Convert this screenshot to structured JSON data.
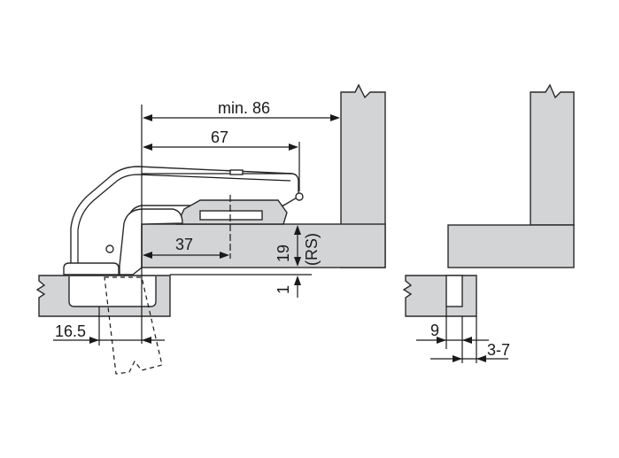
{
  "labels": {
    "min_86": "min. 86",
    "d67": "67",
    "d37": "37",
    "d19": "19",
    "rs": "(RS)",
    "d1": "1",
    "d16_5": "16.5",
    "d9": "9",
    "d3_7": "3-7"
  }
}
